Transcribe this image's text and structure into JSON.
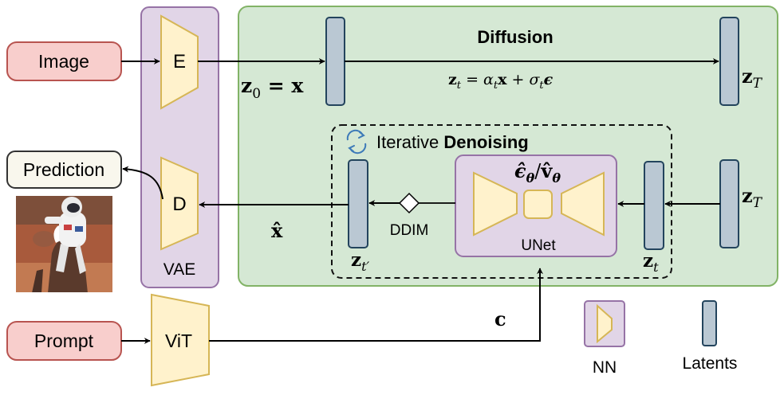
{
  "inputs": {
    "image_label": "Image",
    "prompt_label": "Prompt"
  },
  "output": {
    "prediction_label": "Prediction"
  },
  "vae": {
    "label": "VAE",
    "encoder_label": "E",
    "decoder_label": "D"
  },
  "vit": {
    "label": "ViT"
  },
  "diffusion": {
    "title": "Diffusion",
    "z0_eq": {
      "z": "z",
      "sub": "0",
      "rest": " = x"
    },
    "forward": {
      "lhs": "z",
      "lhs_sub": "t",
      "eq": " = ",
      "a": "α",
      "a_sub": "t",
      "x": "x",
      "plus": " + ",
      "s": "σ",
      "s_sub": "t",
      "eps": "ϵ"
    },
    "zT_top": {
      "z": "z",
      "sub": "T"
    },
    "zT_bottom": {
      "z": "z",
      "sub": "T"
    }
  },
  "denoising": {
    "title_prefix": "Iterative ",
    "title_bold": "Denoising",
    "unet_label": "UNet",
    "unet_output": {
      "eps": "ϵ̂",
      "sub1": "θ",
      "slash": "/",
      "v": "v̂",
      "sub2": "θ"
    },
    "sampler_label": "DDIM",
    "zt": {
      "z": "z",
      "sub": "t"
    },
    "zt_prime": {
      "z": "z",
      "sub": "t′"
    },
    "xhat": "x̂",
    "cond": "c"
  },
  "legend": {
    "nn_label": "NN",
    "latents_label": "Latents"
  },
  "colors": {
    "pink_fill": "#f8cecc",
    "pink_stroke": "#b85450",
    "vae_fill": "#e1d5e7",
    "vae_stroke": "#9673a6",
    "green_fill": "#d5e8d4",
    "green_stroke": "#82b366",
    "yellow_fill": "#fff2cc",
    "yellow_stroke": "#d6b656",
    "latent_fill": "#bac8d3",
    "latent_stroke": "#23445d",
    "prediction_fill": "#f9f7ed",
    "loop_icon": "#3d7ab8"
  }
}
